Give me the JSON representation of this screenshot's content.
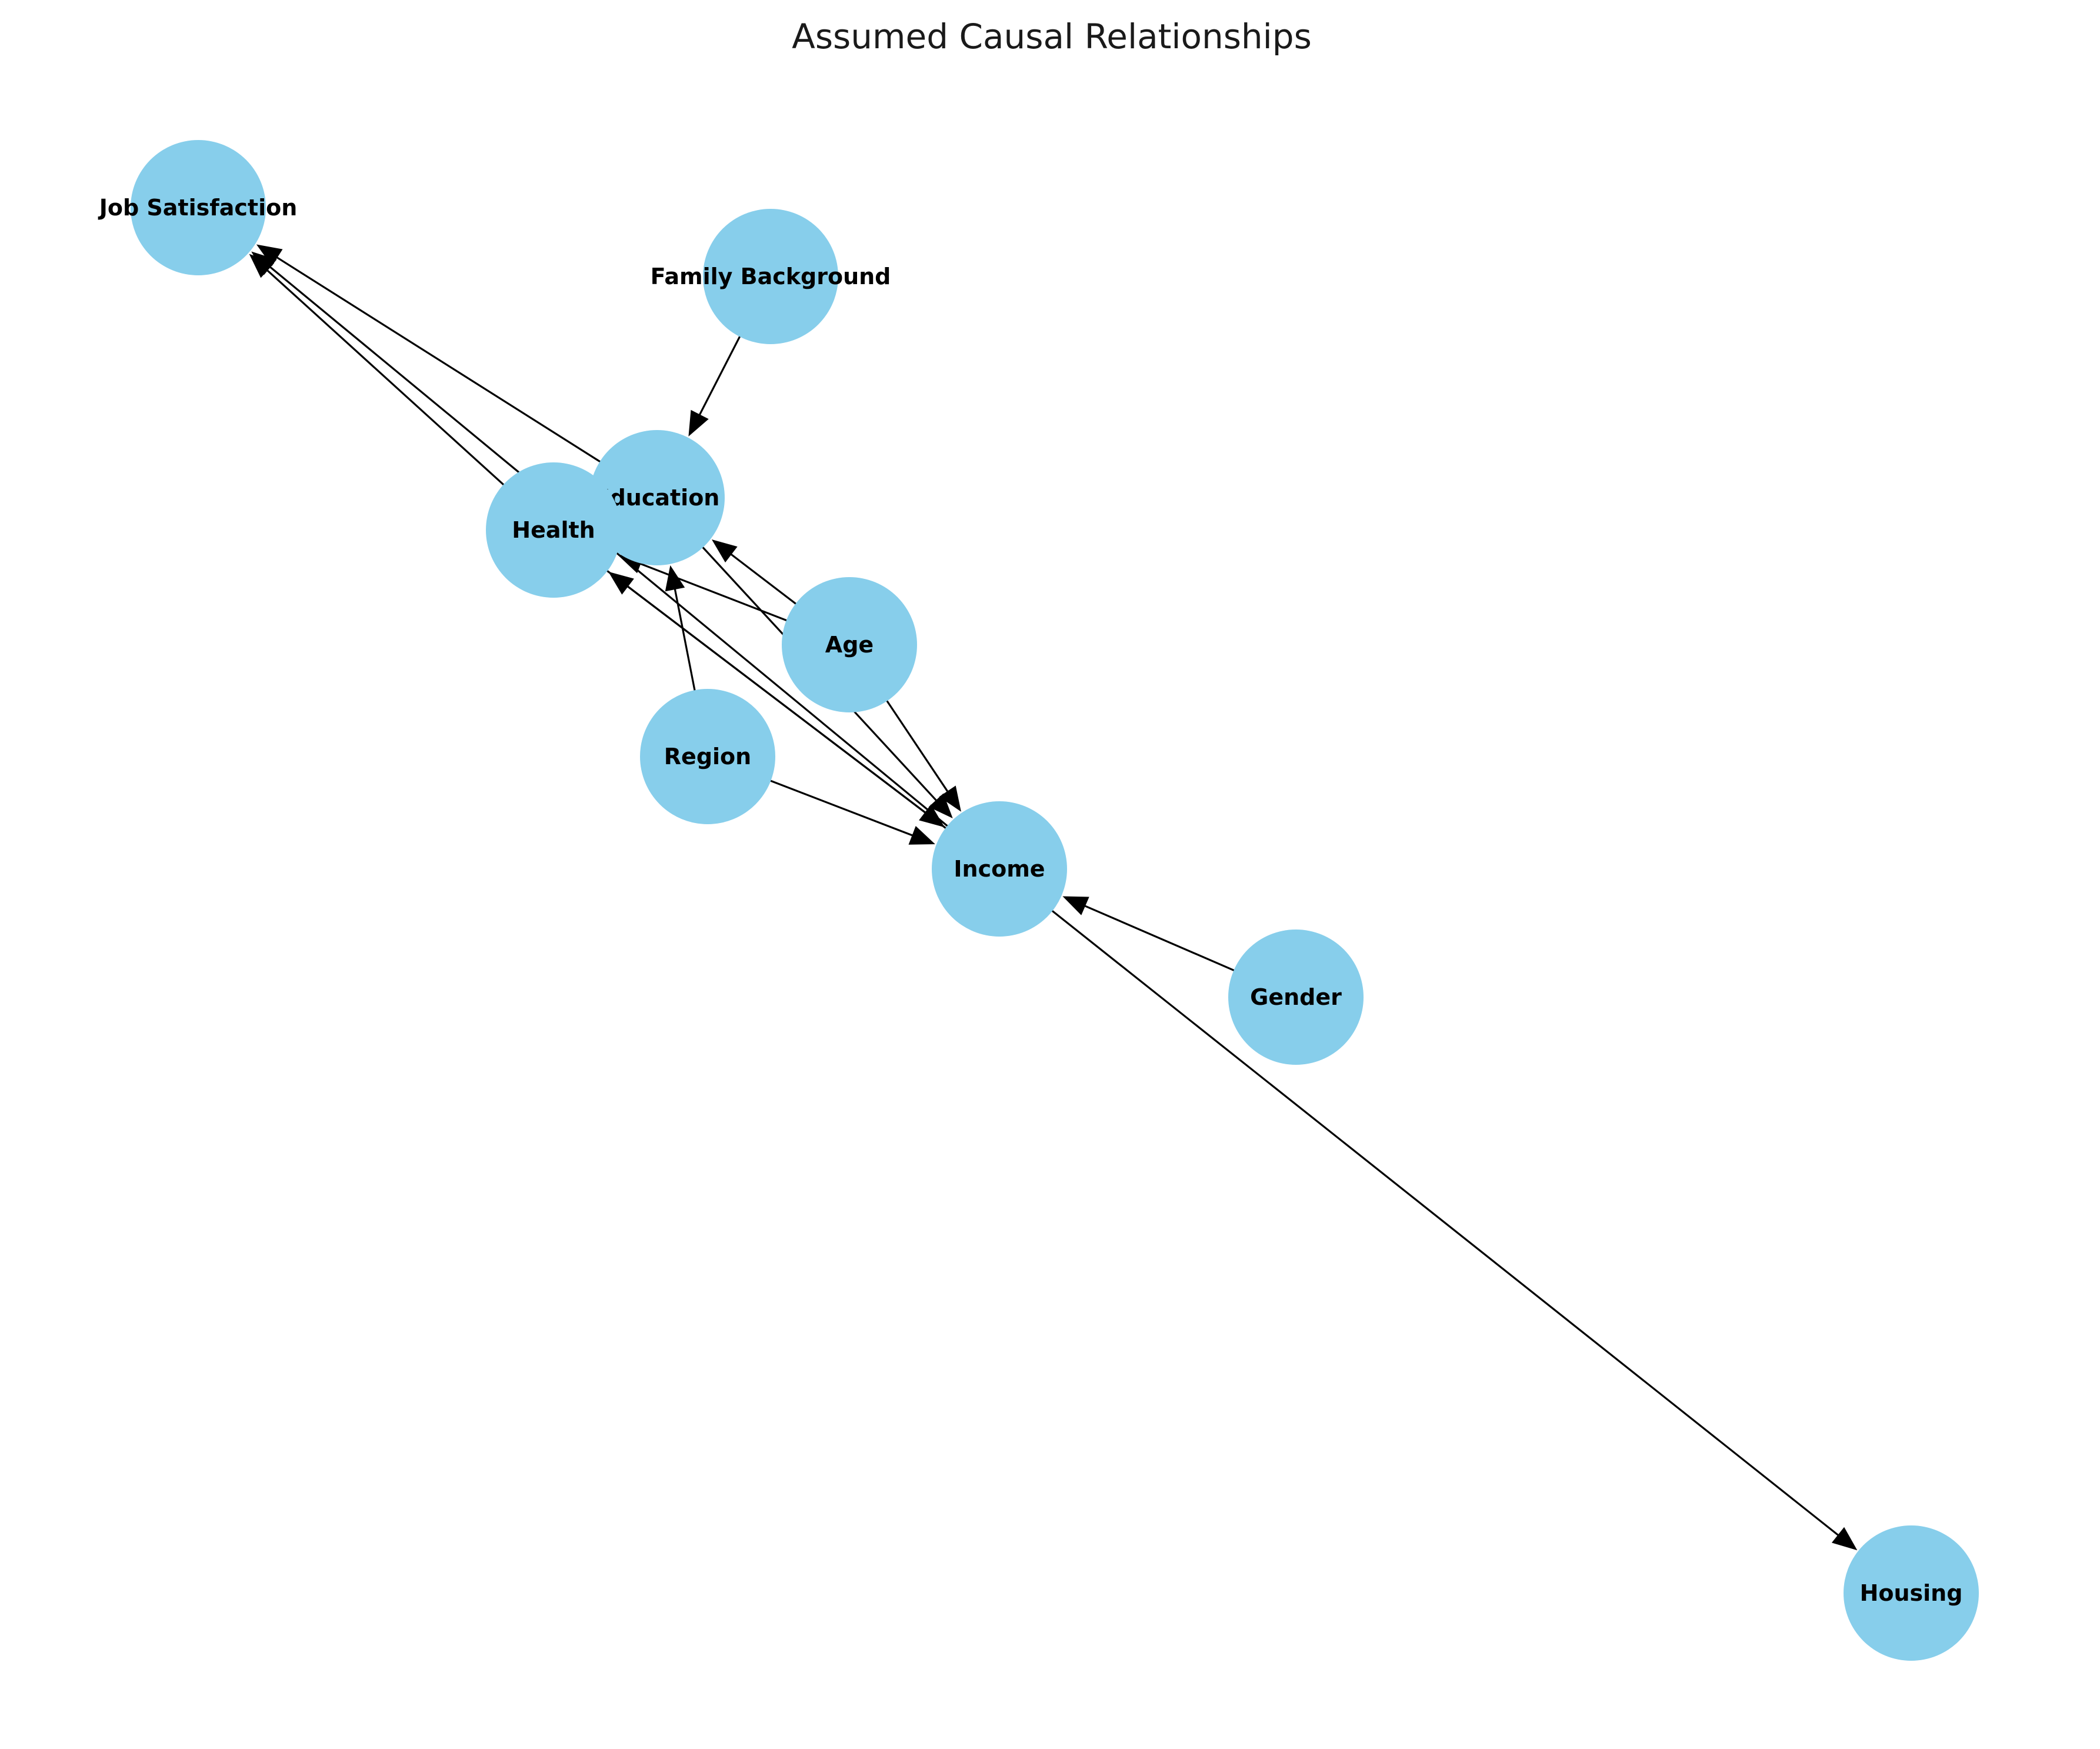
{
  "title": "Assumed Causal Relationships",
  "node_color": "#87ceeb",
  "edge_color": "#000000",
  "nodes": [
    {
      "id": "job_satisfaction",
      "label": "Job Satisfaction"
    },
    {
      "id": "family_background",
      "label": "Family Background"
    },
    {
      "id": "education",
      "label": "Education"
    },
    {
      "id": "health",
      "label": "Health"
    },
    {
      "id": "age",
      "label": "Age"
    },
    {
      "id": "region",
      "label": "Region"
    },
    {
      "id": "income",
      "label": "Income"
    },
    {
      "id": "gender",
      "label": "Gender"
    },
    {
      "id": "housing",
      "label": "Housing"
    }
  ],
  "edges": [
    {
      "from": "family_background",
      "to": "education"
    },
    {
      "from": "education",
      "to": "job_satisfaction"
    },
    {
      "from": "education",
      "to": "income"
    },
    {
      "from": "health",
      "to": "job_satisfaction"
    },
    {
      "from": "health",
      "to": "income"
    },
    {
      "from": "age",
      "to": "education"
    },
    {
      "from": "age",
      "to": "health"
    },
    {
      "from": "age",
      "to": "income"
    },
    {
      "from": "region",
      "to": "education"
    },
    {
      "from": "region",
      "to": "income"
    },
    {
      "from": "income",
      "to": "health"
    },
    {
      "from": "income",
      "to": "job_satisfaction"
    },
    {
      "from": "income",
      "to": "housing"
    },
    {
      "from": "gender",
      "to": "income"
    }
  ]
}
